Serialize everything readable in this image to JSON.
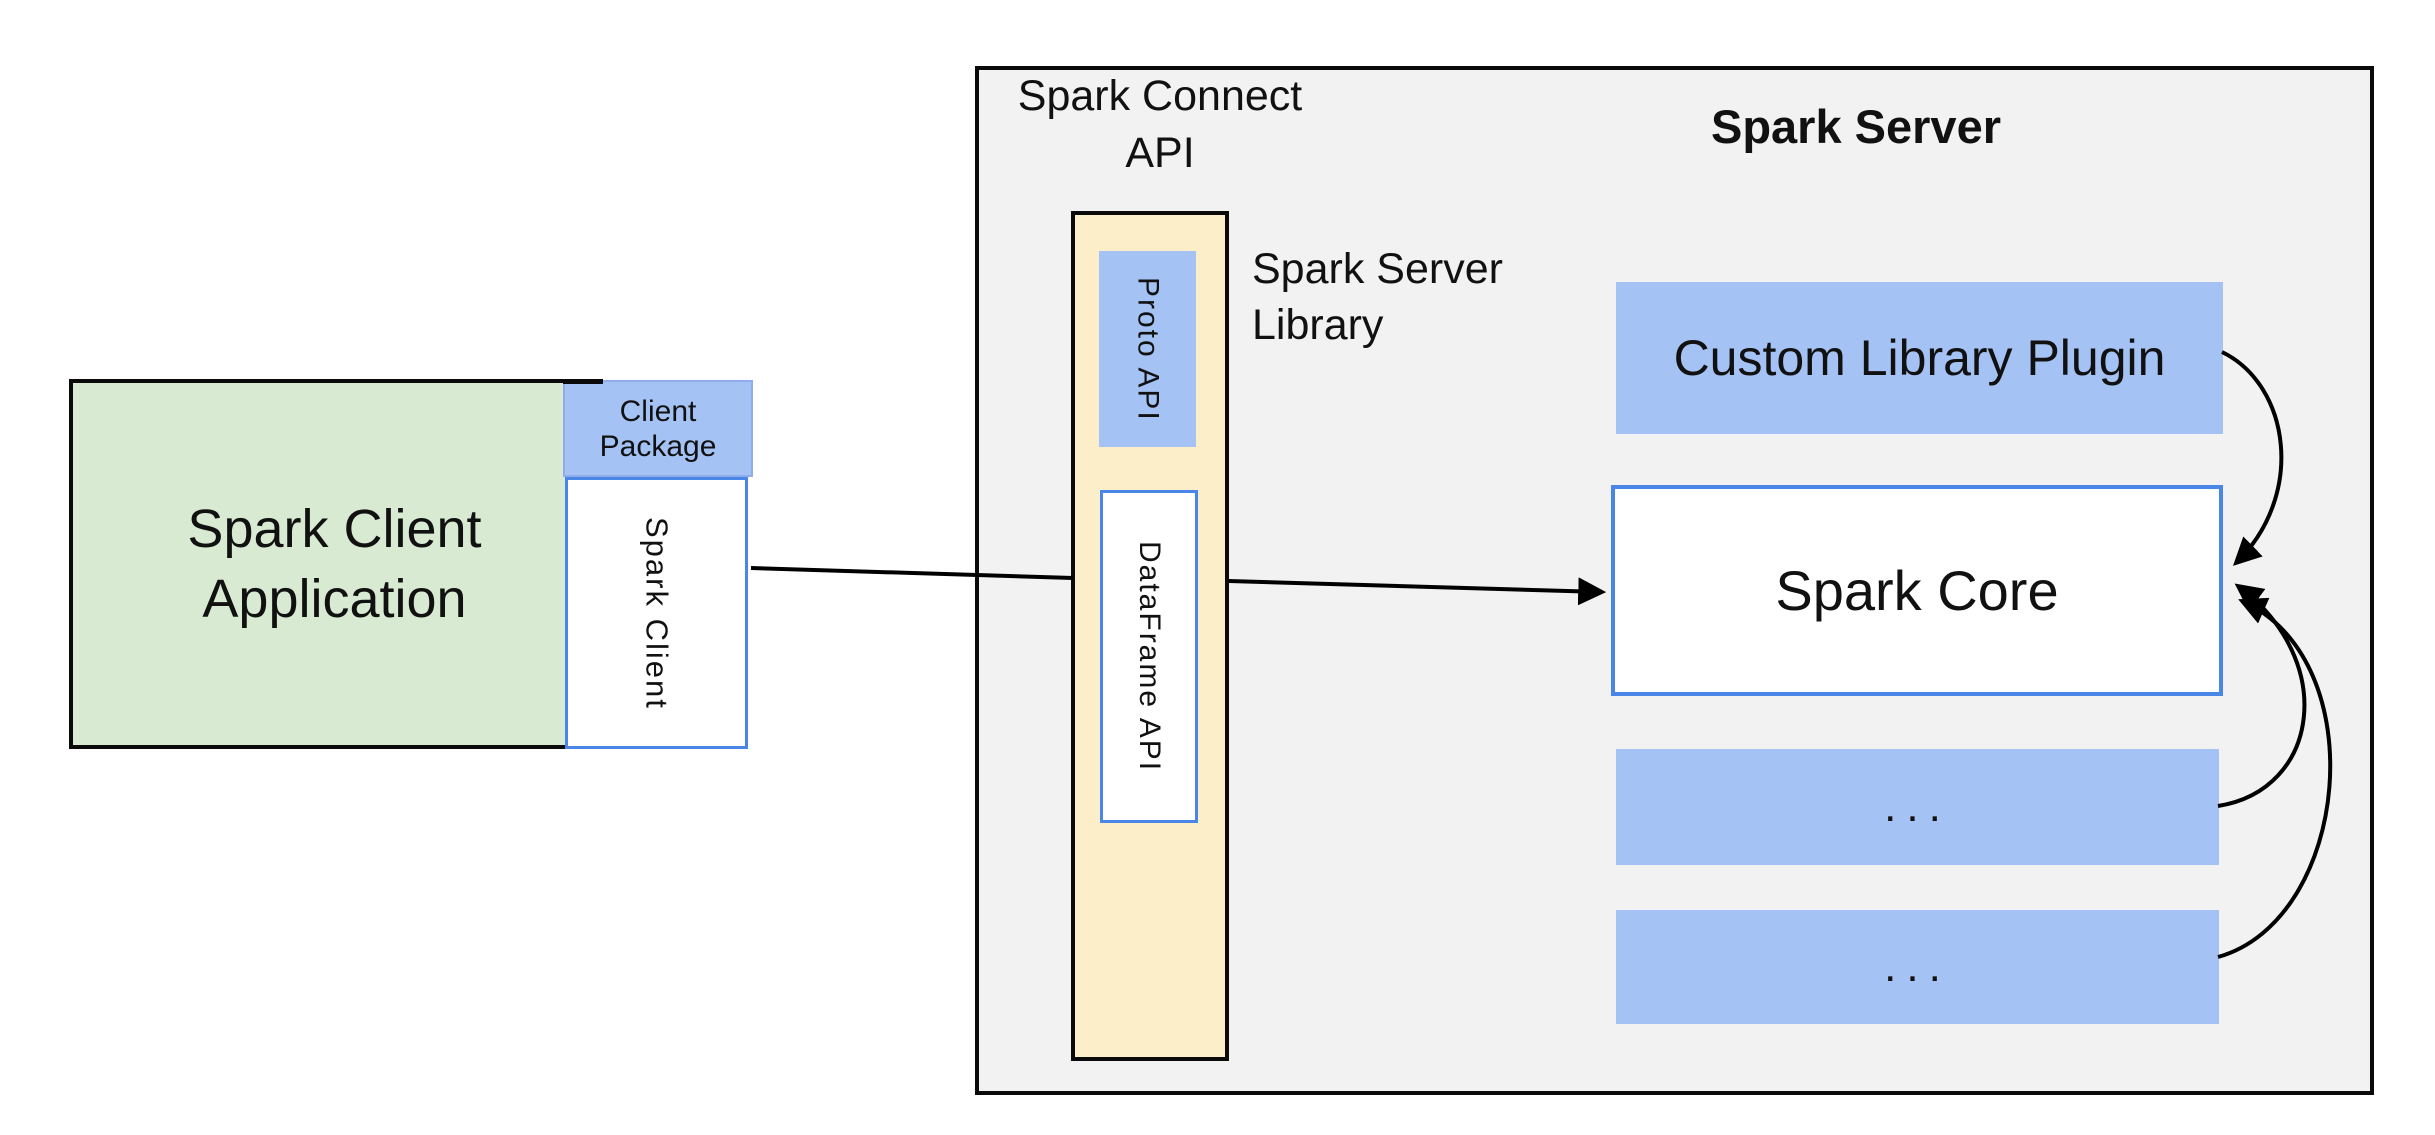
{
  "colors": {
    "green_fill": "#d9ead3",
    "blue_fill": "#a4c2f4",
    "yellow_fill": "#fdeeca",
    "gray_fill": "#f2f2f2",
    "blue_border": "#4a86e8",
    "line_color": "#000000"
  },
  "client": {
    "application_label": "Spark Client\nApplication",
    "package_label": "Client\nPackage",
    "spark_client_label": "Spark Client"
  },
  "connect": {
    "api_label": "Spark Connect\nAPI",
    "proto_api_label": "Proto API",
    "dataframe_api_label": "DataFrame API",
    "server_library_label": "Spark Server\nLibrary"
  },
  "server": {
    "title": "Spark Server",
    "plugin_label": "Custom Library Plugin",
    "core_label": "Spark Core",
    "slot1_label": "...",
    "slot2_label": "..."
  }
}
